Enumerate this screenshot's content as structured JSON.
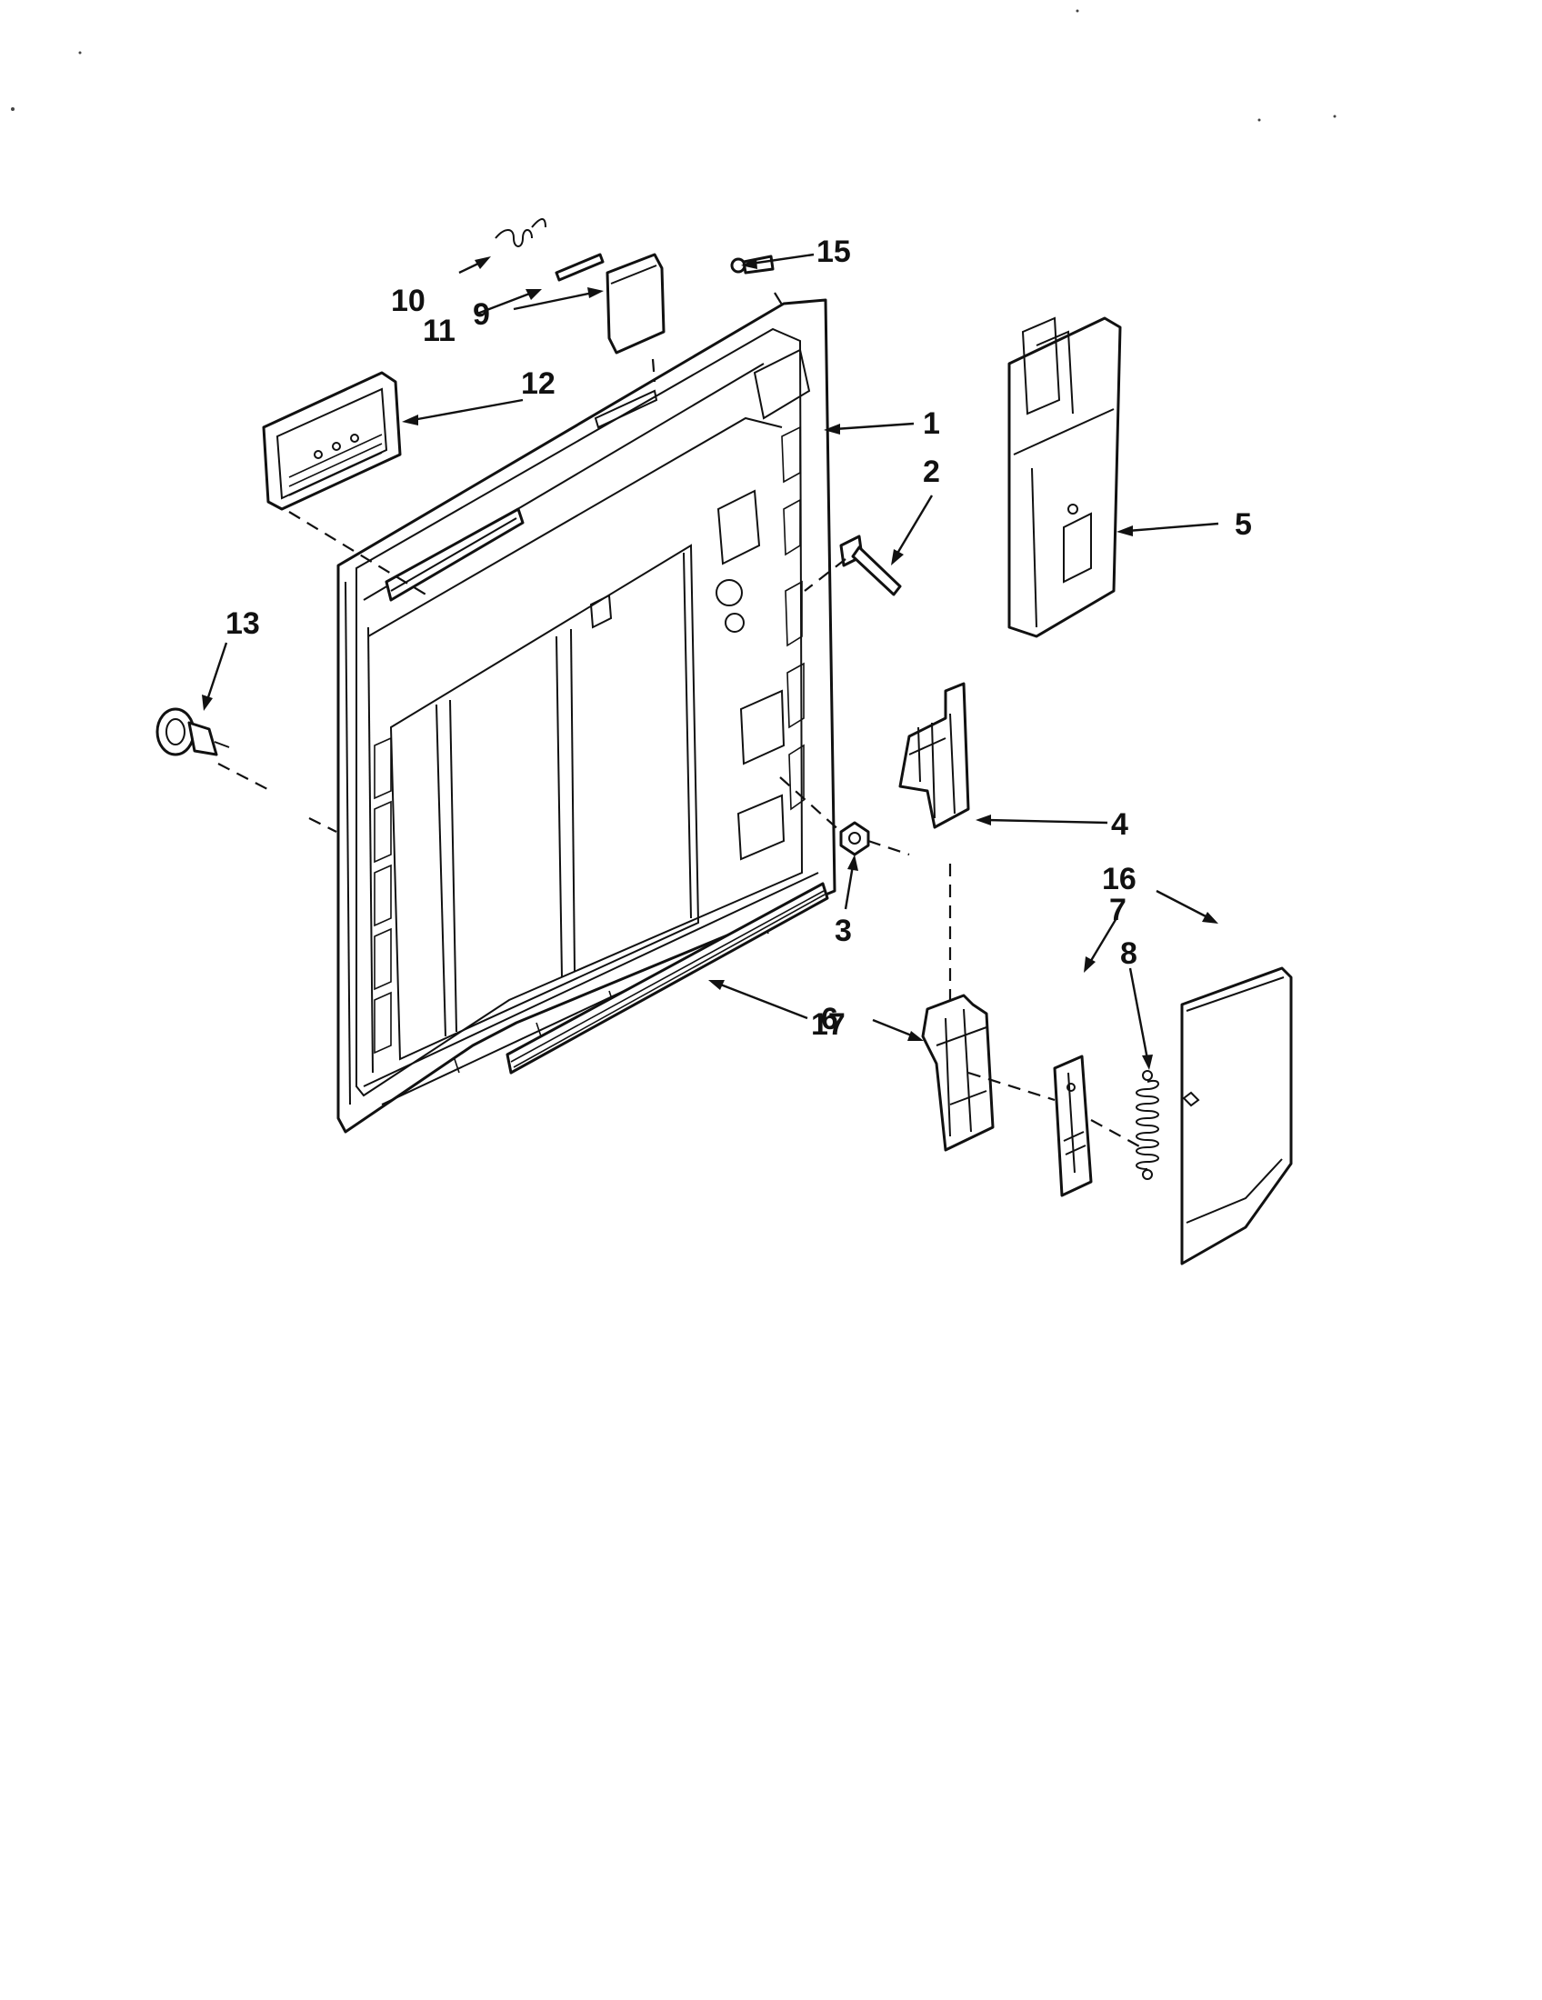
{
  "diagram": {
    "callouts": [
      {
        "id": "1",
        "label": "1"
      },
      {
        "id": "2",
        "label": "2"
      },
      {
        "id": "3",
        "label": "3"
      },
      {
        "id": "4",
        "label": "4"
      },
      {
        "id": "5",
        "label": "5"
      },
      {
        "id": "6",
        "label": "6"
      },
      {
        "id": "7",
        "label": "7"
      },
      {
        "id": "8",
        "label": "8"
      },
      {
        "id": "9",
        "label": "9"
      },
      {
        "id": "10",
        "label": "10"
      },
      {
        "id": "11",
        "label": "11"
      },
      {
        "id": "12",
        "label": "12"
      },
      {
        "id": "13",
        "label": "13"
      },
      {
        "id": "15",
        "label": "15"
      },
      {
        "id": "16",
        "label": "16"
      },
      {
        "id": "17",
        "label": "17"
      }
    ],
    "colors": {
      "line": "#111111",
      "background": "#ffffff"
    }
  }
}
